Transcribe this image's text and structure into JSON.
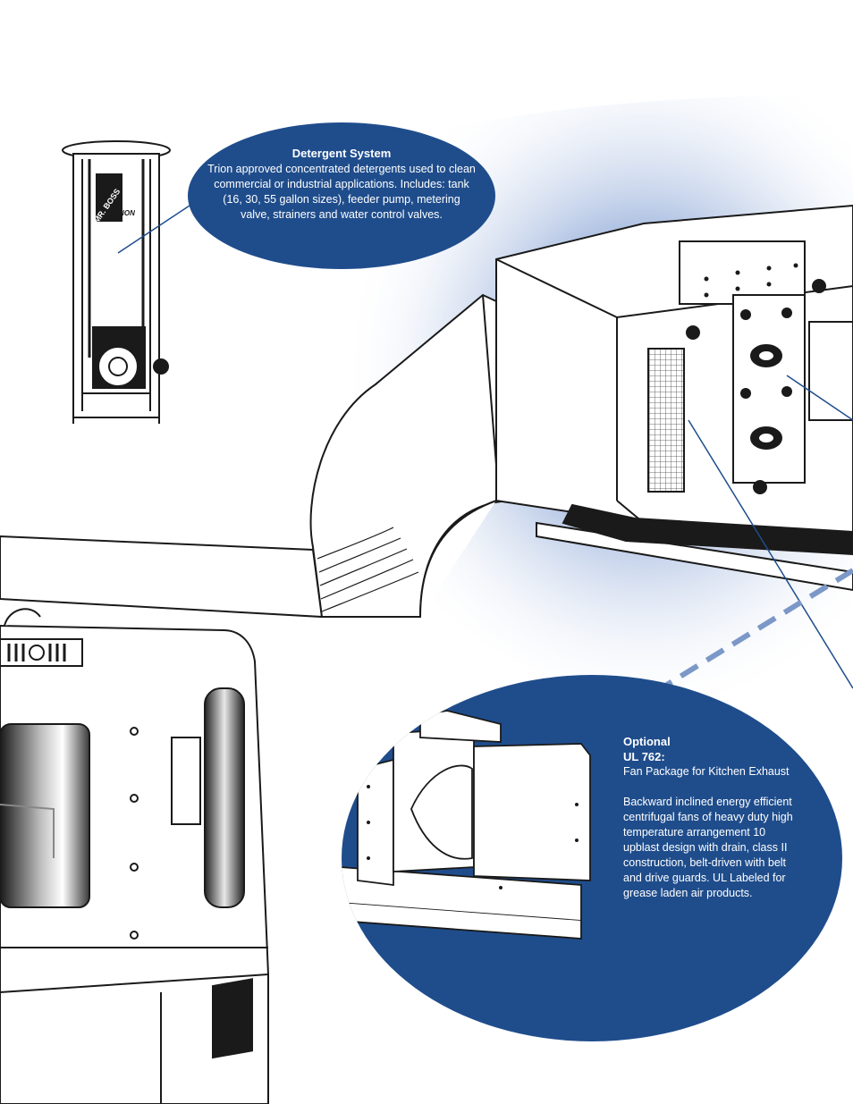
{
  "detergent_system": {
    "title": "Detergent System",
    "body": "Trion approved concentrated detergents used to clean commercial or industrial applications. Includes: tank (16, 30, 55 gallon sizes), feeder pump, metering valve, strainers and water control valves."
  },
  "fan_package": {
    "title_line1": "Optional",
    "title_line2": "UL 762:",
    "subtitle": "Fan Package for Kitchen Exhaust",
    "body": "Backward inclined energy efficient centrifugal fans of heavy duty high temperature arrangement 10 upblast design with drain, class II construction, belt-driven with belt and drive guards. UL Labeled for grease laden air products."
  },
  "tank_label": {
    "brand_a": "MR. BOSS",
    "brand_b": "TRION"
  },
  "colors": {
    "navy": "#1f4d8c",
    "glow": "#6e8fc8",
    "arrow": "#7c98c8",
    "line": "#1a1a1a"
  }
}
